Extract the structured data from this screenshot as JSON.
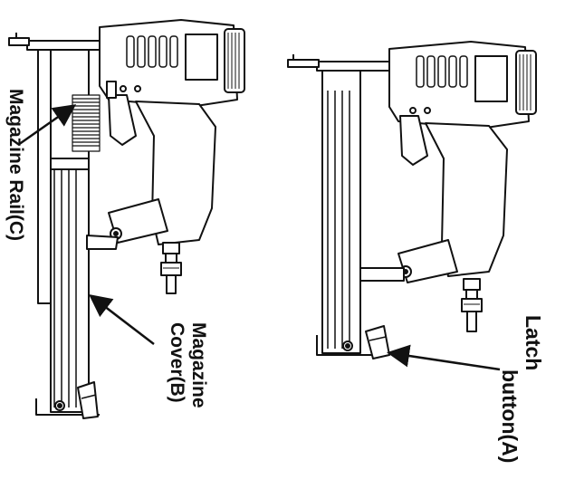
{
  "diagram": {
    "labels": {
      "magazine_rail": "Magazine Rail(C)",
      "magazine_cover_line1": "Magazine",
      "magazine_cover_line2": "Cover(B)",
      "latch_button_line1": "Latch",
      "latch_button_line2": "button(A)"
    },
    "line_color": "#111111",
    "fill_color": "#ffffff"
  }
}
